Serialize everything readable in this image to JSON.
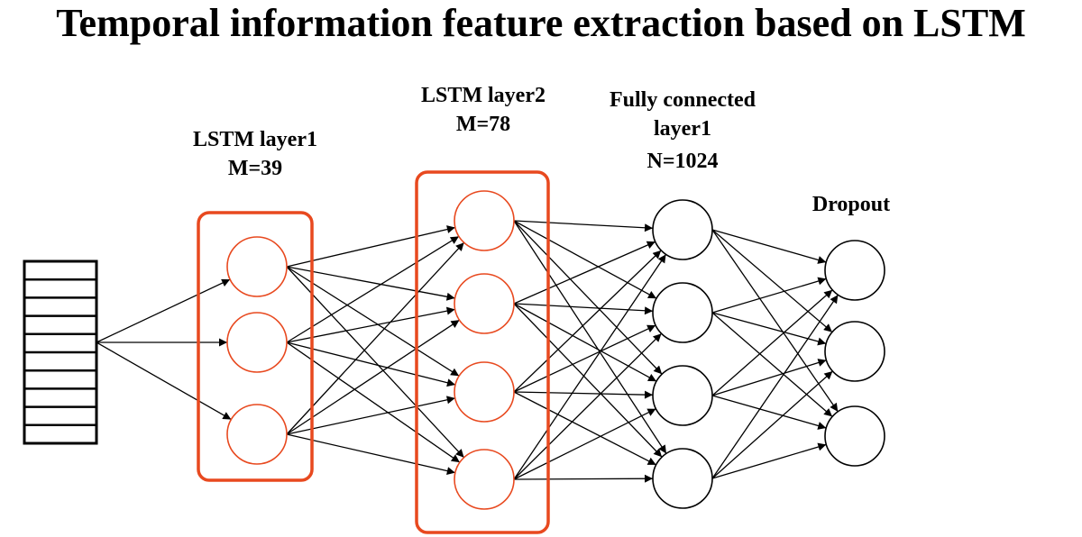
{
  "title": "Temporal information feature extraction based on LSTM",
  "colors": {
    "lstm_accent": "#e8491f",
    "line": "#000000"
  },
  "input": {
    "cells": 10
  },
  "layers": [
    {
      "id": "lstm1",
      "lines": [
        "LSTM layer1",
        "M=39"
      ],
      "nodes": 3,
      "style": "red",
      "boxed": true
    },
    {
      "id": "lstm2",
      "lines": [
        "LSTM layer2",
        "M=78"
      ],
      "nodes": 4,
      "style": "red",
      "boxed": true
    },
    {
      "id": "fc1",
      "lines": [
        "Fully connected",
        "layer1",
        "N=1024"
      ],
      "nodes": 4,
      "style": "black",
      "boxed": false
    },
    {
      "id": "dropout",
      "lines": [
        "Dropout"
      ],
      "nodes": 3,
      "style": "black",
      "boxed": false
    }
  ]
}
